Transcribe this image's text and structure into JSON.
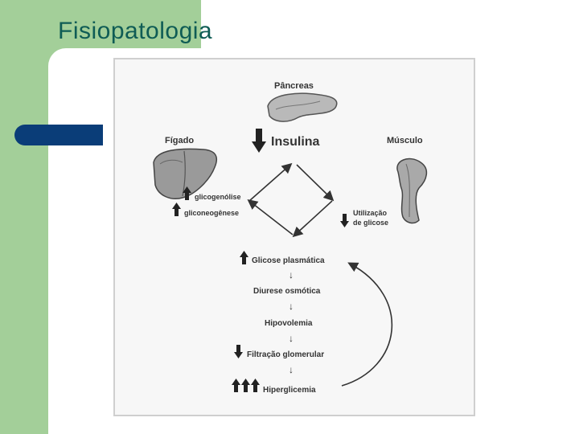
{
  "slide": {
    "title": "Fisiopatologia",
    "accent_green": "#a3cf99",
    "title_color": "#0f5c55",
    "bar_color": "#0a3d78"
  },
  "diagram": {
    "pancreas_label": "Pâncreas",
    "liver_label": "Fígado",
    "muscle_label": "Músculo",
    "insulin_label": "Insulina",
    "glycogenolysis_label": "glicogenólise",
    "gluconeogenesis_label": "gliconeogênese",
    "glucose_use_line1": "Utilização",
    "glucose_use_line2": "de glicose",
    "cascade": [
      "Glicose plasmática",
      "Diurese osmótica",
      "Hipovolemia",
      "Filtração glomerular",
      "Hiperglicemia"
    ]
  }
}
